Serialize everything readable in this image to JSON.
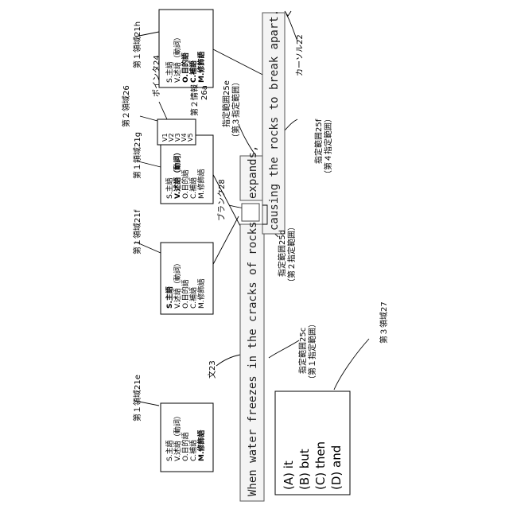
{
  "sentence": {
    "segment1": "When water freezes in the cracks of rocks,",
    "segment2": "expands,",
    "segment3": "causing the rocks to break apart."
  },
  "boxes": {
    "e": {
      "items": [
        {
          "text": "S.主語",
          "bold": false
        },
        {
          "text": "V.述語（動詞）",
          "bold": false
        },
        {
          "text": "O.目的語",
          "bold": false
        },
        {
          "text": "C.補語",
          "bold": false
        },
        {
          "text": "M.修飾語",
          "bold": true
        }
      ]
    },
    "f": {
      "items": [
        {
          "text": "S.主語",
          "bold": true
        },
        {
          "text": "V.述語（動詞）",
          "bold": false
        },
        {
          "text": "O.目的語",
          "bold": false
        },
        {
          "text": "C.補語",
          "bold": false
        },
        {
          "text": "M.修飾語",
          "bold": false
        }
      ]
    },
    "g": {
      "items": [
        {
          "text": "S.主語",
          "bold": false
        },
        {
          "text": "V.述語（動詞）",
          "bold": true
        },
        {
          "text": "O.目的語",
          "bold": false
        },
        {
          "text": "C.補語",
          "bold": false
        },
        {
          "text": "M.修飾語",
          "bold": false
        }
      ]
    },
    "h": {
      "items": [
        {
          "text": "S.主語",
          "bold": false
        },
        {
          "text": "V.述語（動詞）",
          "bold": false
        },
        {
          "text": "O.目的語",
          "bold": true
        },
        {
          "text": "C.補語",
          "bold": true
        },
        {
          "text": "M.修飾語",
          "bold": true
        }
      ]
    },
    "v": {
      "items": [
        "V1",
        "V2",
        "V3",
        "V4",
        "V5"
      ]
    },
    "choices": {
      "items": [
        "(A) it",
        "(B) but",
        "(C) then",
        "(D) and"
      ]
    }
  },
  "labels": {
    "region21e": "第１領域21e",
    "region21f": "第１領域21f",
    "region21g": "第１領域21g",
    "region21h": "第１領域21h",
    "region26": "第２領域26",
    "region27": "第３領域27",
    "pointer24": "ポインタ24",
    "info26a_1": "第２情報",
    "info26a_2": "26a",
    "range25e_1": "指定範囲25e",
    "range25e_2": "（第３指定範囲）",
    "blank28": "ブランク28",
    "range25d_1": "指定範囲25d",
    "range25d_2": "（第２指定範囲）",
    "range25c_1": "指定範囲25c",
    "range25c_2": "（第１指定範囲）",
    "range25f_1": "指定範囲25f",
    "range25f_2": "（第４指定範囲）",
    "sentence23": "文23",
    "cursor22": "カーソル22"
  }
}
